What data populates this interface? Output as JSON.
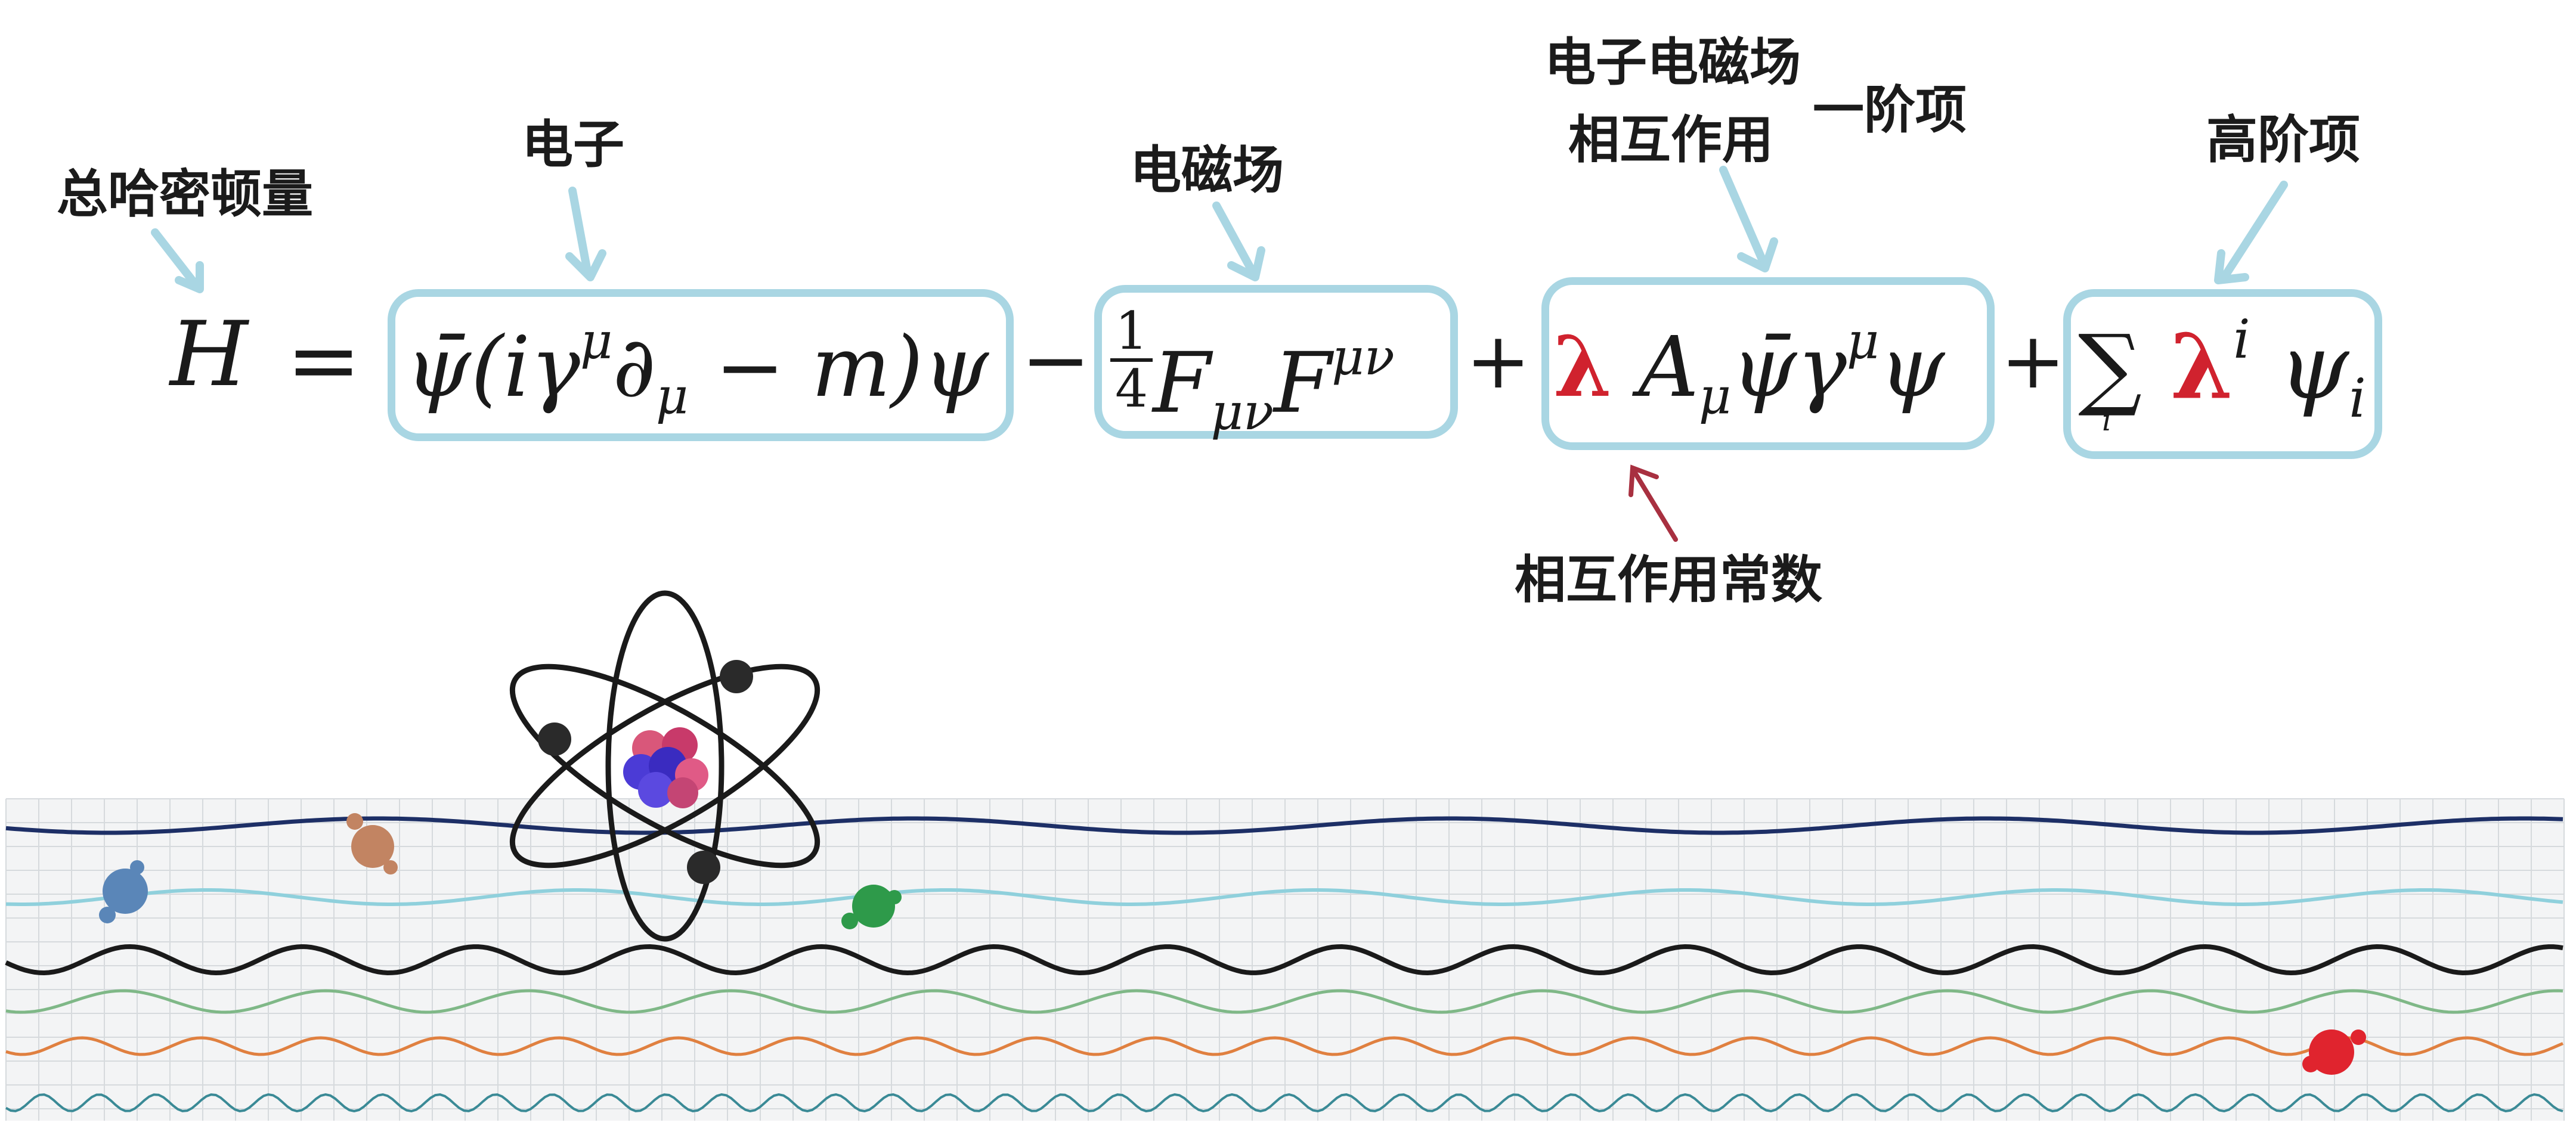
{
  "labels": {
    "total_hamiltonian": "总哈密顿量",
    "electron": "电子",
    "em_field": "电磁场",
    "interaction_title_1": "电子电磁场",
    "interaction_title_2": "相互作用",
    "first_order": "一阶项",
    "higher_order": "高阶项",
    "coupling_constant": "相互作用常数"
  },
  "equation": {
    "H": "H",
    "equals": "=",
    "electron_term_psibar": "ψ̄",
    "electron_term_body": "(iγ",
    "electron_term_mu_sup": "μ",
    "electron_term_partial": "∂",
    "electron_term_mu_sub": "μ",
    "electron_term_end": " − m)ψ",
    "minus": "−",
    "frac_num": "1",
    "frac_den": "4",
    "F_lower": "F",
    "F_lower_sub": "μν",
    "F_upper": "F",
    "F_upper_sup": "μν",
    "plus_1": "+",
    "lambda": "λ",
    "A": "A",
    "A_sub": "μ",
    "psibar_gamma": "ψ̄γ",
    "gamma_sup": "μ",
    "psi": "ψ",
    "plus_2": "+",
    "sum": "∑",
    "sum_index": "i",
    "lambda_sup": "i",
    "psi_i": "ψ",
    "psi_i_sub": "i"
  },
  "colors": {
    "box_border": "#a9d6e3",
    "arrow_blue": "#a9d6e3",
    "arrow_red": "#a83040",
    "lambda_red": "#d0222e",
    "wave_navy": "#1d2f66",
    "wave_cyan": "#8fd0dc",
    "wave_black": "#1a1a1a",
    "wave_green": "#7fb887",
    "wave_orange": "#e08040",
    "wave_teal": "#3a8a96"
  },
  "illustration": {
    "atom": "atom-icon",
    "particles": [
      "blue-particle",
      "brown-particle",
      "green-particle",
      "red-particle"
    ]
  }
}
